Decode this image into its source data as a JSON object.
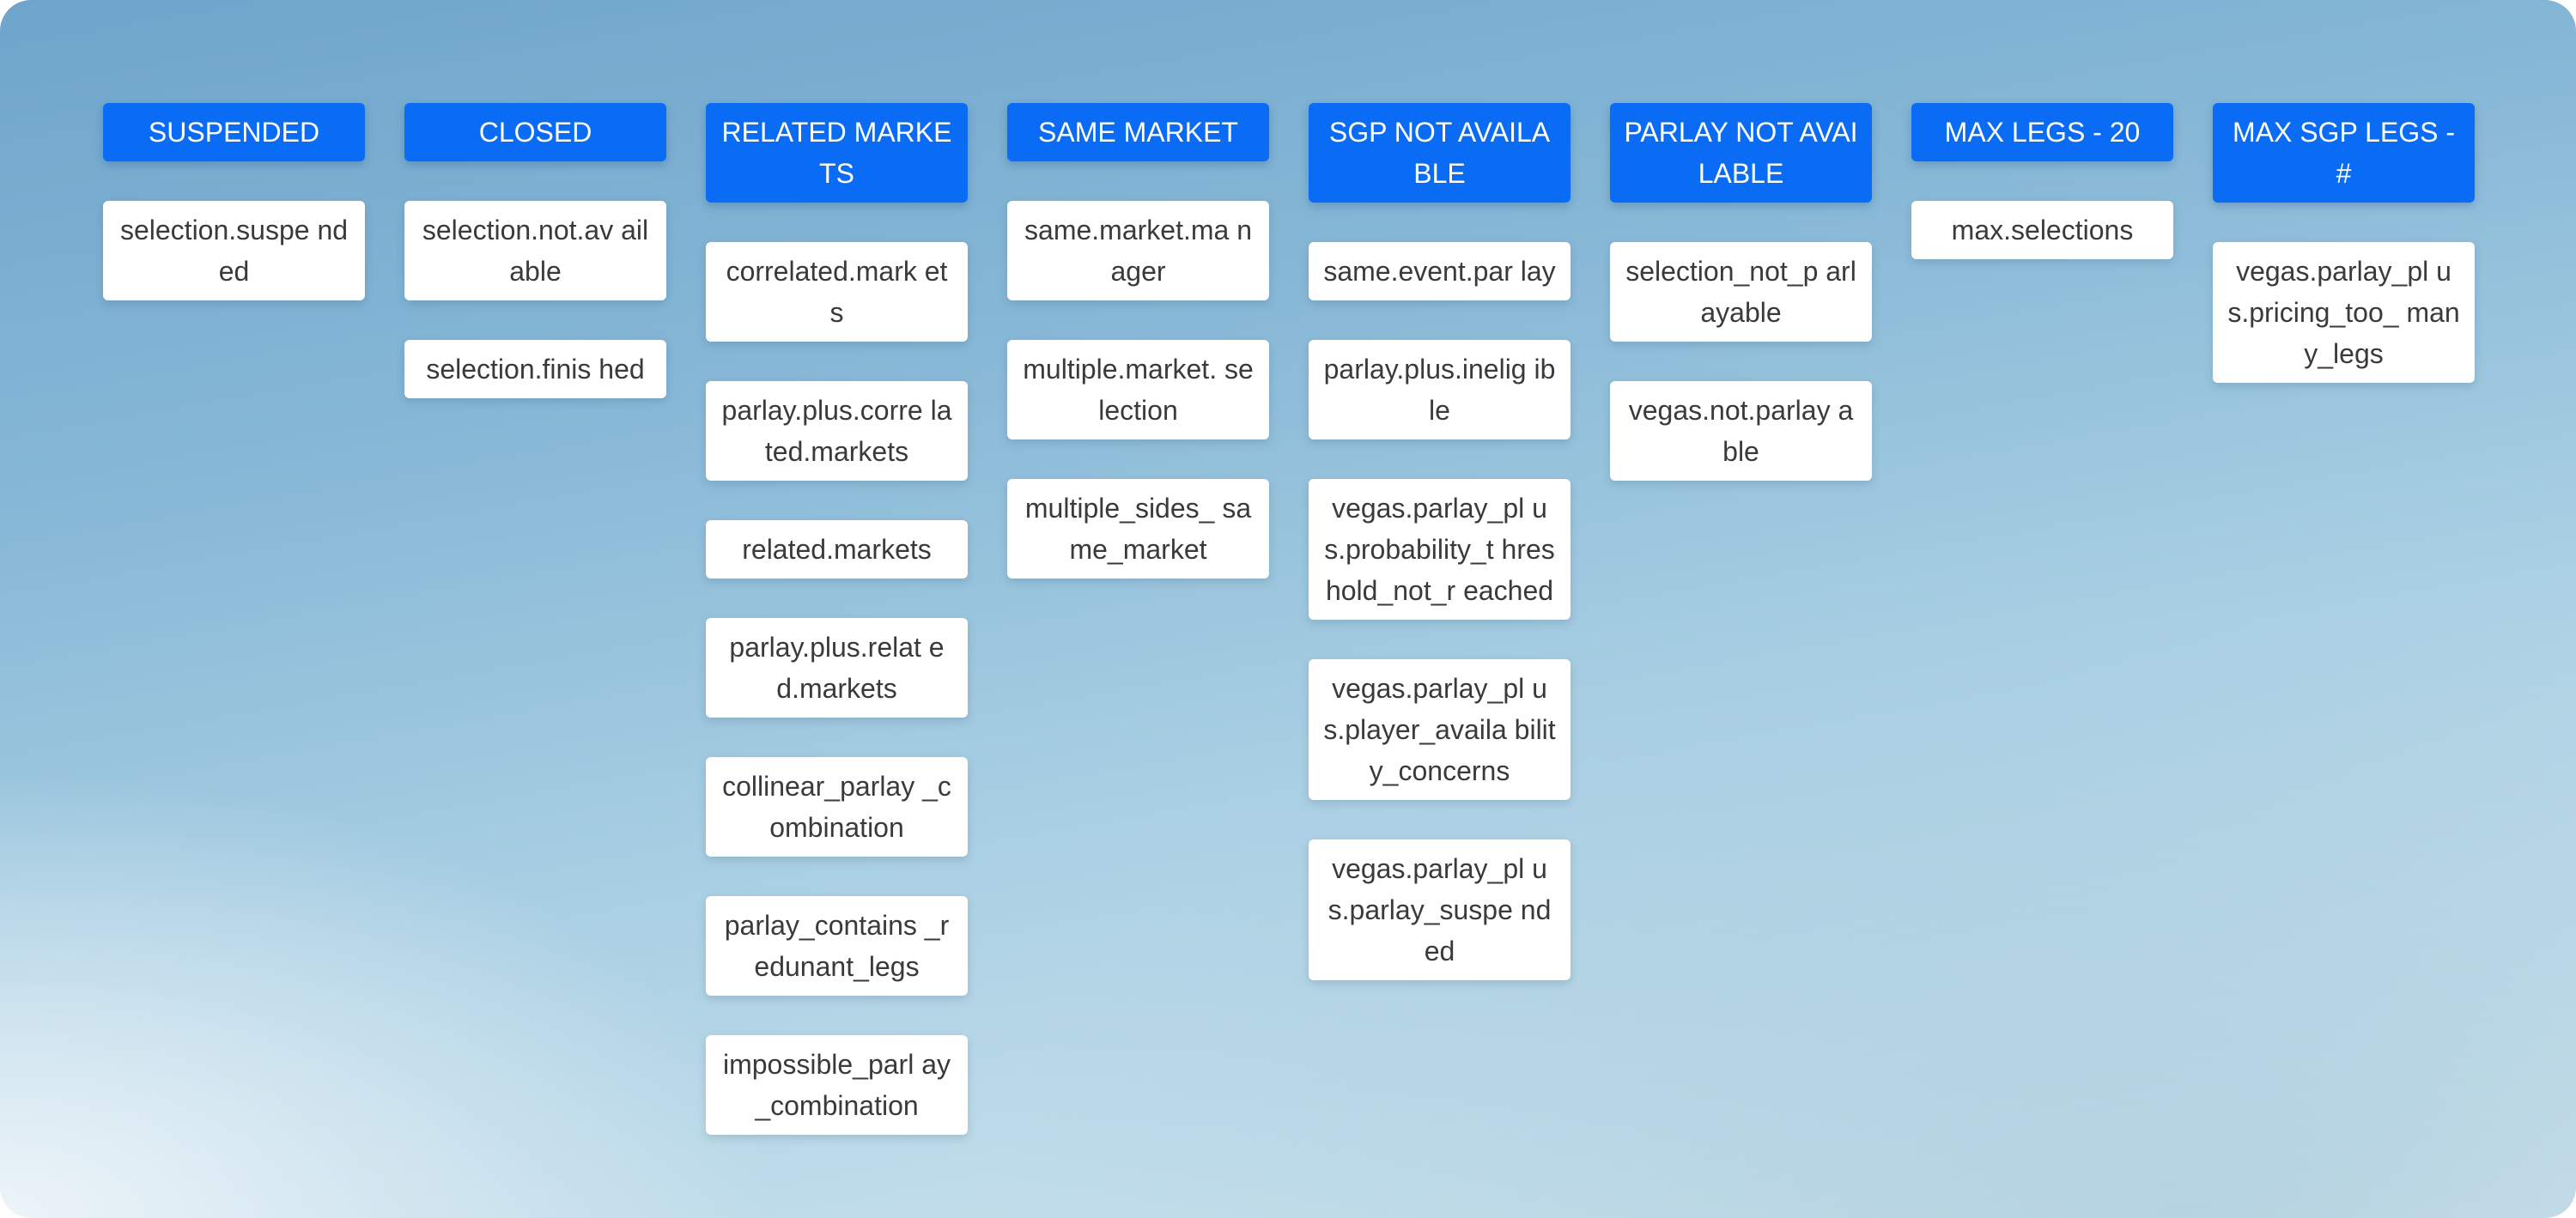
{
  "columns": [
    {
      "title": "SUSPENDED",
      "cards": [
        "selection.suspe nded"
      ]
    },
    {
      "title": "CLOSED",
      "cards": [
        "selection.not.av ailable",
        "selection.finis hed"
      ]
    },
    {
      "title": "RELATED MARKETS",
      "cards": [
        "correlated.mark ets",
        "parlay.plus.corre lated.markets",
        "related.markets",
        "parlay.plus.relat ed.markets",
        "collinear_parlay _combination",
        "parlay_contains _redunant_legs",
        "impossible_parl ay_combination"
      ]
    },
    {
      "title": "SAME MARKET",
      "cards": [
        "same.market.ma nager",
        "multiple.market. selection",
        "multiple_sides_ same_market"
      ]
    },
    {
      "title": "SGP NOT AVAILABLE",
      "cards": [
        "same.event.par lay",
        "parlay.plus.inelig ible",
        "vegas.parlay_pl us.probability_t hreshold_not_r eached",
        "vegas.parlay_pl us.player_availa bility_concerns",
        "vegas.parlay_pl us.parlay_suspe nded"
      ]
    },
    {
      "title": "PARLAY NOT AVAILABLE",
      "cards": [
        "selection_not_p arlayable",
        "vegas.not.parlay able"
      ]
    },
    {
      "title": "MAX LEGS - 20",
      "cards": [
        "max.selections"
      ]
    },
    {
      "title": "MAX SGP LEGS - #",
      "cards": [
        "vegas.parlay_pl us.pricing_too_ many_legs"
      ]
    }
  ]
}
